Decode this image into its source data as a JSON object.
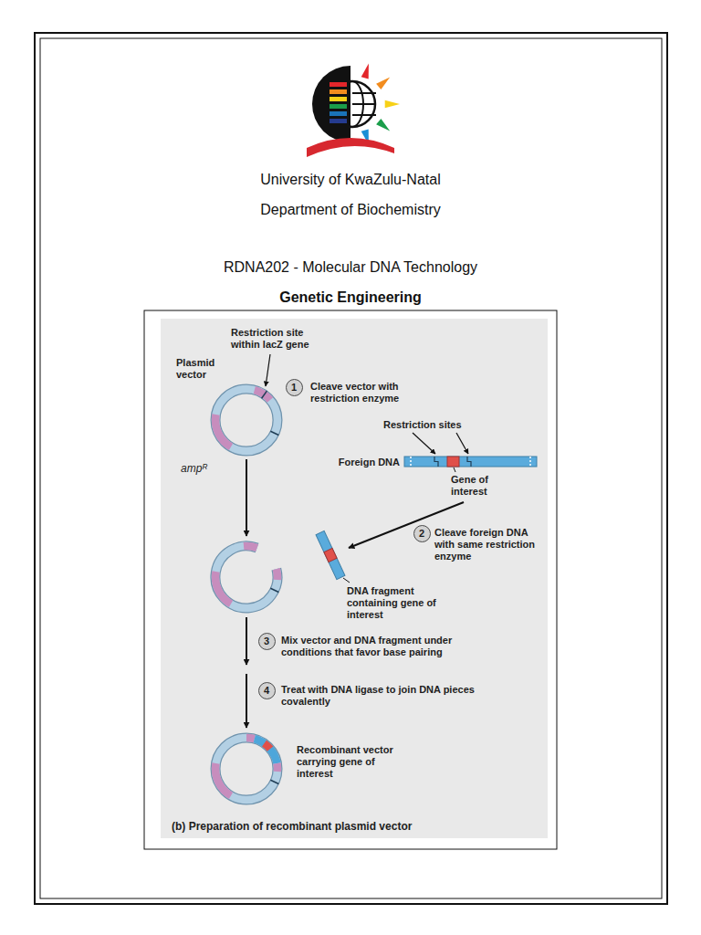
{
  "diagram": {
    "title": "Genetic Engineering",
    "caption": "(b) Preparation of recombinant plasmid vector",
    "nodes": [
      {
        "text": [
          "1"
        ]
      },
      {
        "text": [
          "2"
        ]
      },
      {
        "text": [
          "3"
        ]
      },
      {
        "text": [
          "4"
        ]
      }
    ],
    "labels": [
      "University of KwaZulu-Natal",
      "Department of Biochemistry",
      "RDNA202 - Molecular DNA Technology",
      "Restriction site within lacZ gene",
      "Plasmid vector",
      "Cleave vector with restriction enzyme",
      "ampᴿ",
      "Restriction sites",
      "Foreign DNA",
      "Gene of interest",
      "Cleave foreign DNA with same restriction enzyme",
      "DNA fragment containing gene of interest",
      "Mix vector and DNA fragment under conditions that favor base pairing",
      "Treat with DNA ligase to join DNA pieces covalently",
      "Recombinant vector carrying gene of interest"
    ]
  }
}
